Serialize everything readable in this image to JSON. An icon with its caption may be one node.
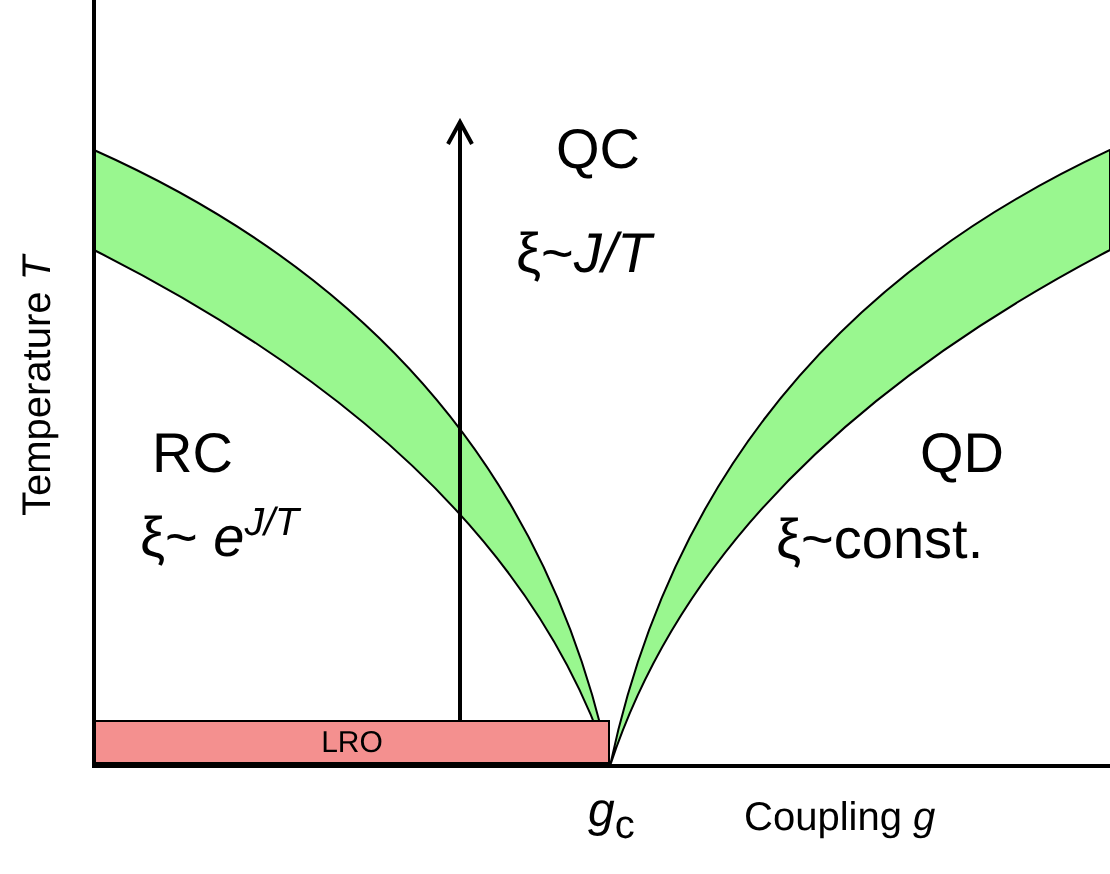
{
  "diagram": {
    "nodes": [
      {
        "text": [
          "LRO"
        ]
      }
    ],
    "labels": [
      "Temperature *T*",
      "QC",
      "ξ~*J/T*",
      "RC",
      "ξ~ *e*$^{J/T}$",
      "QD",
      "ξ~const.",
      "*g*$_{c}$",
      "Coupling  *g*"
    ]
  }
}
